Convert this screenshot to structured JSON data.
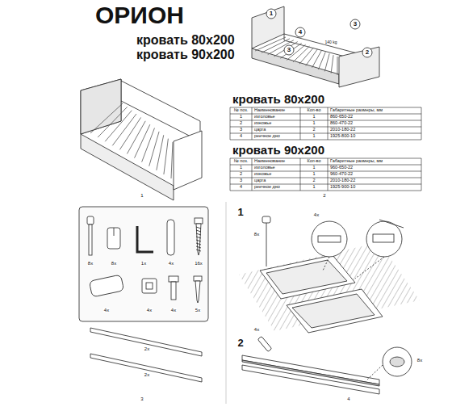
{
  "diagram": {
    "title": "ОРИОН",
    "labels": [
      "кровать 80х200",
      "кровать 90х200",
      "1",
      "2",
      "3",
      "3",
      "4",
      "140 kg",
      "кровать 80х200",
      "№ поз.",
      "Наименование",
      "Кол-во",
      "Габаритные размеры, мм",
      "1",
      "изголовье",
      "1",
      "860-650-22",
      "2",
      "изножье",
      "1",
      "860-470-22",
      "3",
      "царга",
      "2",
      "2010-180-22",
      "4",
      "реечное дно",
      "1",
      "1925-800-10",
      "кровать 90х200",
      "№ поз.",
      "Наименование",
      "Кол-во",
      "Габаритные размеры, мм",
      "1",
      "изголовье",
      "1",
      "960-650-22",
      "2",
      "изножье",
      "1",
      "960-470-22",
      "3",
      "царга",
      "2",
      "2010-180-22",
      "4",
      "реечное дно",
      "1",
      "1925-900-10",
      "1",
      "2",
      "8x",
      "8x",
      "1x",
      "4x",
      "16x",
      "4x",
      "4x",
      "4x",
      "5x",
      "2x",
      "2x",
      "3",
      "1",
      "8x",
      "4x",
      "2",
      "4x",
      "8x",
      "4"
    ]
  }
}
